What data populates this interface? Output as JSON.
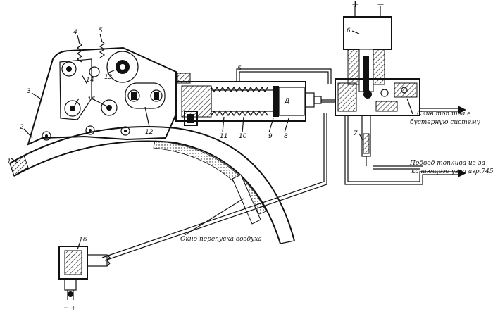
{
  "diagram": {
    "callouts": {
      "n1": "1",
      "n2": "2",
      "n3": "3",
      "n4": "4",
      "n5": "5",
      "n6": "6",
      "n7": "7",
      "n8": "8",
      "n9": "9",
      "n10": "10",
      "n11": "11",
      "n12": "12",
      "n13": "13",
      "n14": "14",
      "n15": "15",
      "n16": "16",
      "nD": "Д"
    },
    "annotations": {
      "window": "Окно перепуска воздуха",
      "drain_line1": "Слив топлива в",
      "drain_line2": "бустерную систему",
      "supply_line1": "Подвод топлива из-за",
      "supply_line2": "качающего узла агр.745А"
    },
    "terminals": {
      "plus": "+",
      "minus": "−",
      "bottom_left": "− +"
    }
  }
}
